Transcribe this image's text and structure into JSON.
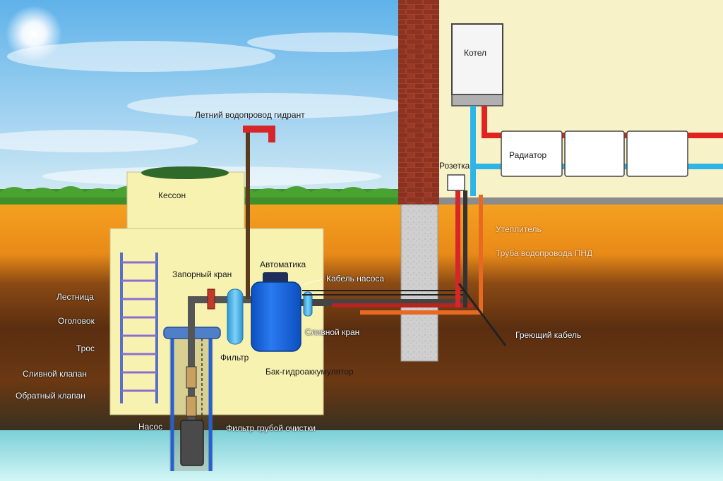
{
  "labels": {
    "summer_hydrant": "Летний водопровод гидрант",
    "caisson": "Кессон",
    "boiler": "Котел",
    "radiator": "Радиатор",
    "socket": "Розетка",
    "insulation": "Утеплитель",
    "pnd_pipe": "Труба водопровода ПНД",
    "automation": "Автоматика",
    "shutoff_valve": "Запорный кран",
    "pump_cable": "Кабель насоса",
    "ladder": "Лестница",
    "head": "Оголовок",
    "rope": "Трос",
    "drain_valve_left": "Сливной клапан",
    "check_valve": "Обратный клапан",
    "drain_valve": "Сливной кран",
    "filter": "Фильтр",
    "accumulator": "Бак-гидроаккумулятор",
    "heating_cable": "Греющий кабель",
    "pump": "Насос",
    "coarse_filter": "Фильтр грубой очистки"
  },
  "colors": {
    "sky": "#8ec9ee",
    "grass": "#3f8f2a",
    "topsoil": "#f39a1e",
    "deep_soil": "#5a2e10",
    "water": "#9fe6f0",
    "brick": "#9b3a2a",
    "house_wall": "#f7f2c8",
    "caisson": "#f7f2b0",
    "hot_pipe": "#e0231f",
    "cold_pipe": "#2fb4e8",
    "tank": "#1a66e0",
    "pipe_dark": "#444444"
  }
}
